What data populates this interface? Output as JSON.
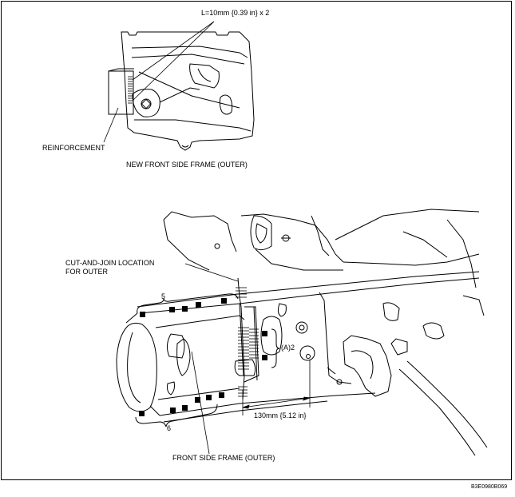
{
  "top_diagram": {
    "weld_spec": "L=10mm {0.39 in} x 2",
    "reinforcement_label": "REINFORCEMENT",
    "caption": "NEW FRONT SIDE FRAME (OUTER)"
  },
  "bottom_diagram": {
    "cut_location_line1": "CUT-AND-JOIN LOCATION",
    "cut_location_line2": "FOR OUTER",
    "count_upper": "5",
    "count_lower": "6",
    "callout_a": "(A)2",
    "dimension": "130mm {5.12 in}",
    "caption": "FRONT SIDE FRAME (OUTER)"
  },
  "figure_code": "B3E0980B069",
  "colors": {
    "line": "#000000",
    "background": "#ffffff"
  }
}
